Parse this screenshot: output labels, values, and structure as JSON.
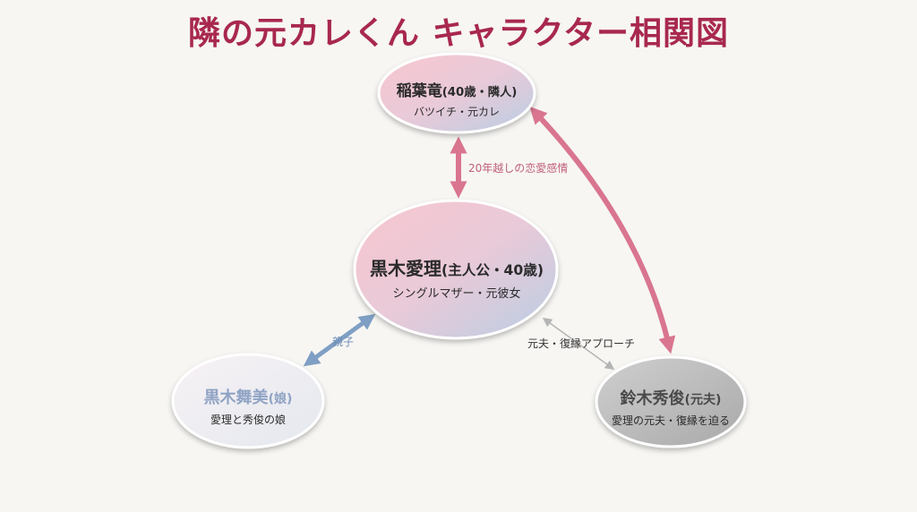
{
  "title": "隣の元カレくん キャラクター相関図",
  "nodes": {
    "inaba": {
      "name": "稲葉竜",
      "paren": "(40歳・隣人)",
      "desc": "バツイチ・元カレ"
    },
    "kuroki_airi": {
      "name": "黒木愛理",
      "paren": "(主人公・40歳)",
      "desc": "シングルマザー・元彼女"
    },
    "kuroki_maimi": {
      "name": "黒木舞美",
      "paren": "(娘)",
      "desc": "愛理と秀俊の娘"
    },
    "suzuki": {
      "name": "鈴木秀俊",
      "paren": "(元夫)",
      "desc": "愛理の元夫・復縁を迫る"
    }
  },
  "edges": {
    "love": "20年越しの恋愛感情",
    "parent": "親子",
    "exhusband": "元夫・復縁アプローチ"
  },
  "colors": {
    "title": "#a8284e",
    "love_arrow": "#d9758f",
    "parent_arrow": "#7f9fc4",
    "exhusband_arrow": "#b5b5b5",
    "maimi_name": "#8fa3c4",
    "suzuki_name": "#4a4a4a"
  }
}
